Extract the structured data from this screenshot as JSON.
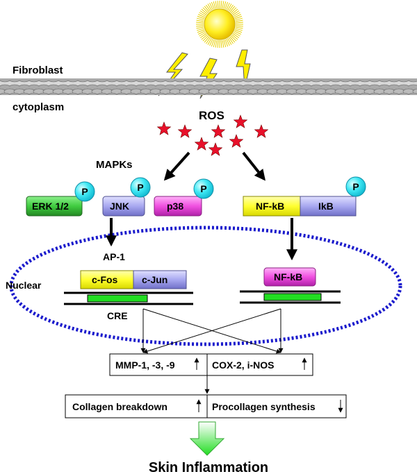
{
  "labels": {
    "fibroblast": "Fibroblast",
    "cytoplasm": "cytoplasm",
    "ros": "ROS",
    "mapks": "MAPKs",
    "ap1": "AP-1",
    "nuclear": "Nuclear",
    "cre": "CRE",
    "skin_inflammation": "Skin Inflammation"
  },
  "kinases": {
    "erk": "ERK 1/2",
    "jnk": "JNK",
    "p38": "p38",
    "phospho": "P"
  },
  "nfkb_complex": {
    "nfkb": "NF-kB",
    "ikb": "IkB"
  },
  "ap1_complex": {
    "cfos": "c-Fos",
    "cjun": "c-Jun"
  },
  "nuclear_nfkb": "NF-kB",
  "outputs": {
    "mmp": "MMP-1, -3, -9",
    "cox": "COX-2, i-NOS",
    "collagen": "Collagen breakdown",
    "procollagen": "Procollagen synthesis"
  },
  "colors": {
    "erk": "#44d04a",
    "jnk": "#a8a8f0",
    "p38": "#f060e0",
    "nfkb": "#ffff33",
    "ikb": "#b0b0ee",
    "phospho": "#33e0f0",
    "star": "#e8102a",
    "nuclear_border": "#1a1acc",
    "cre": "#22dd22",
    "sun": "#ffe800",
    "bolt": "#ffee00"
  }
}
